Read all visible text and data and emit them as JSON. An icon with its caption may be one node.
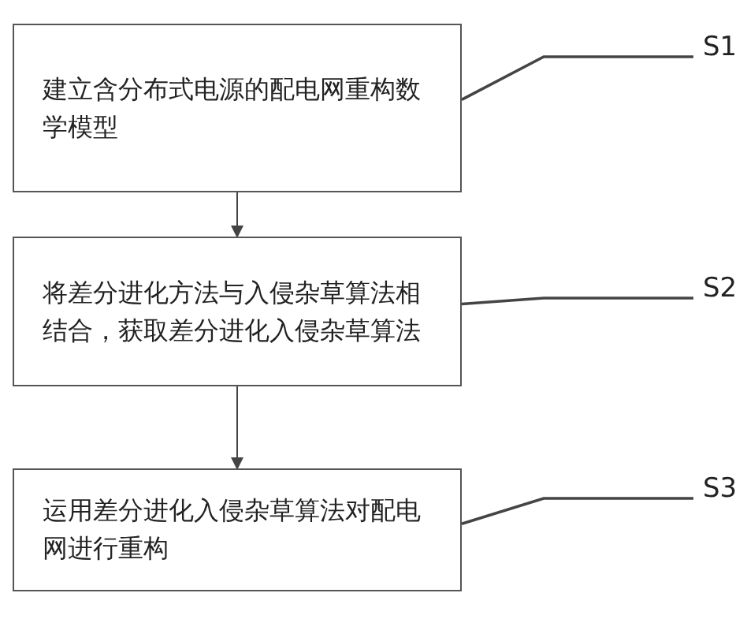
{
  "diagram": {
    "nodes": [
      {
        "text": [
          "建立含分布式电源的配电网重构数学模型"
        ]
      },
      {
        "text": [
          "将差分进化方法与入侵杂草算法相结合，获取差分进化入侵杂草算法"
        ]
      },
      {
        "text": [
          "运用差分进化入侵杂草算法对配电网进行重构"
        ]
      },
      {
        "text": [
          "S1"
        ]
      },
      {
        "text": [
          "S2"
        ]
      },
      {
        "text": [
          "S3"
        ]
      }
    ],
    "edges": [
      {
        "from": 0,
        "to": 1,
        "arrow": "to"
      },
      {
        "from": 1,
        "to": 2,
        "arrow": "to"
      },
      {
        "from": 3,
        "to": 0,
        "arrow": "none"
      },
      {
        "from": 4,
        "to": 1,
        "arrow": "none"
      },
      {
        "from": 5,
        "to": 2,
        "arrow": "none"
      }
    ]
  }
}
